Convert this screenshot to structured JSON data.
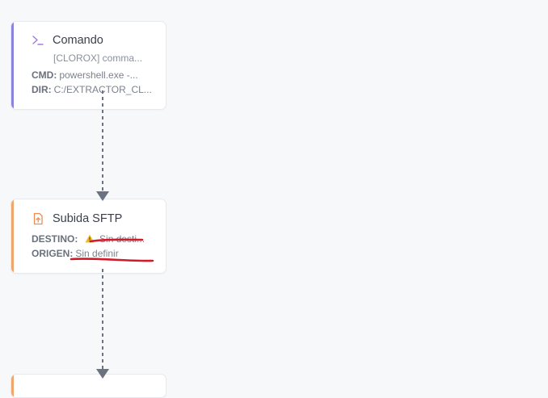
{
  "nodes": {
    "command": {
      "title": "Comando",
      "subtitle": "[CLOROX] comma...",
      "cmd_label": "CMD:",
      "cmd_value": "powershell.exe -...",
      "dir_label": "DIR:",
      "dir_value": "C:/EXTRACTOR_CL...",
      "accent_color": "#8b83e0",
      "icon": "terminal-icon"
    },
    "sftp": {
      "title": "Subida SFTP",
      "destino_label": "DESTINO:",
      "destino_value": "Sin desti...",
      "origen_label": "ORIGEN:",
      "origen_value": "Sin definir",
      "accent_color": "#f0a66b",
      "icon": "file-upload-icon",
      "warning_icon": "warning-icon"
    },
    "next": {
      "accent_color": "#f0a66b"
    }
  },
  "colors": {
    "connector": "#6b7280",
    "annotation": "#d11a2a"
  }
}
